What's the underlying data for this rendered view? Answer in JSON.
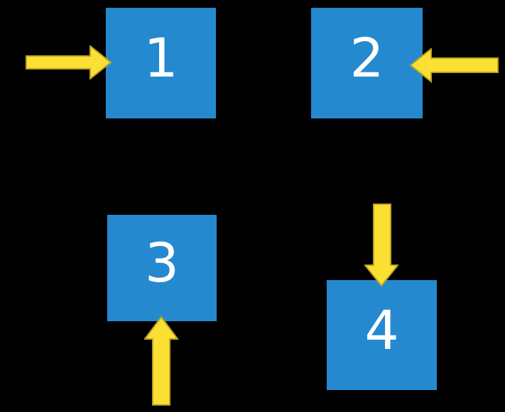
{
  "colors": {
    "background": "#000000",
    "box_fill": "#2589d0",
    "label_color": "#ffffff",
    "arrow_fill": "#f9e033",
    "arrow_outline": "#bfa226"
  },
  "boxes": [
    {
      "label": "1",
      "arrow_direction": "right",
      "arrow_side": "left"
    },
    {
      "label": "2",
      "arrow_direction": "left",
      "arrow_side": "right"
    },
    {
      "label": "3",
      "arrow_direction": "up",
      "arrow_side": "bottom"
    },
    {
      "label": "4",
      "arrow_direction": "down",
      "arrow_side": "top"
    }
  ]
}
